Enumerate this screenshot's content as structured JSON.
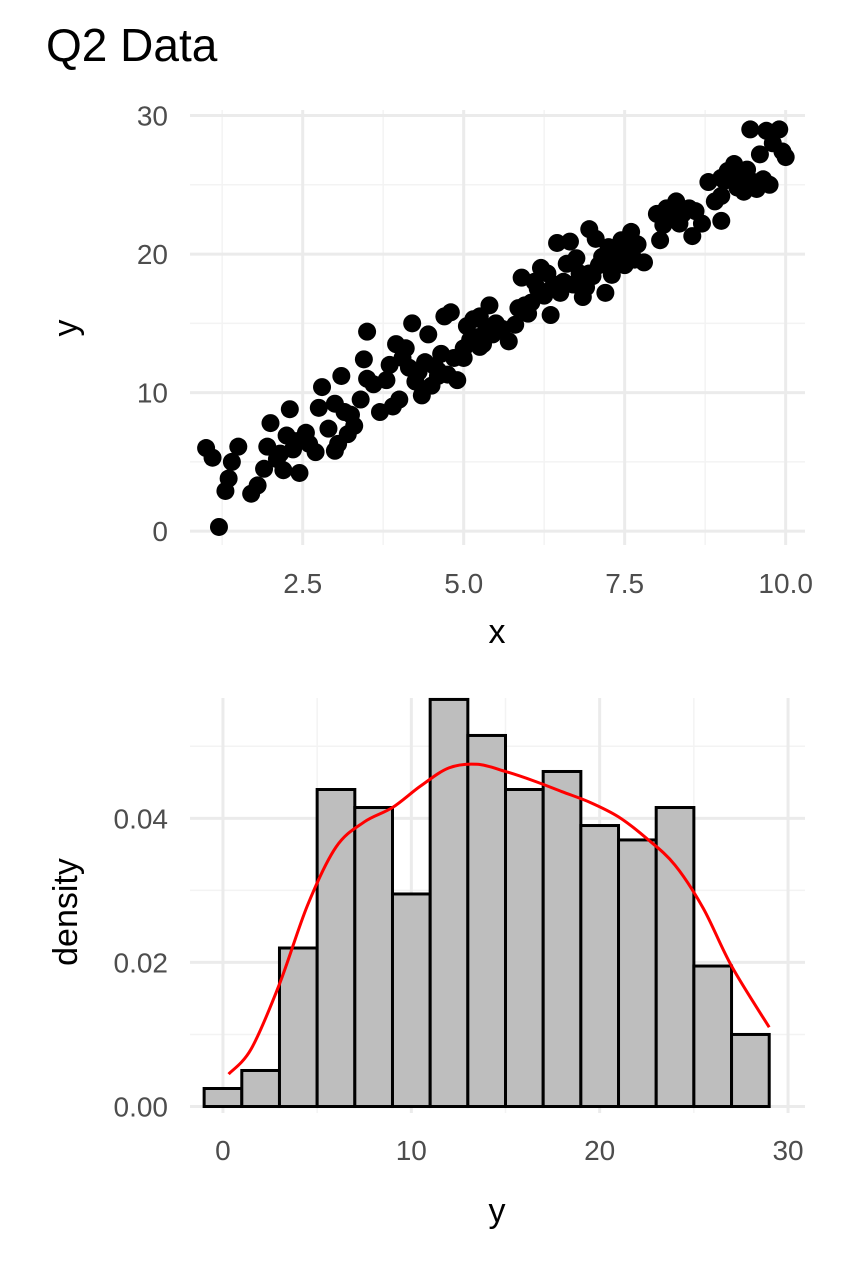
{
  "title": "Q2 Data",
  "chart_data": [
    {
      "type": "scatter",
      "xlabel": "x",
      "ylabel": "y",
      "xlim": [
        0.75,
        10.3
      ],
      "ylim": [
        -1.0,
        30.4
      ],
      "xticks": [
        2.5,
        5.0,
        7.5,
        10.0
      ],
      "xtick_labels": [
        "2.5",
        "5.0",
        "7.5",
        "10.0"
      ],
      "yticks": [
        0,
        10,
        20,
        30
      ],
      "ytick_labels": [
        "0",
        "10",
        "20",
        "30"
      ],
      "grid": true,
      "point_color": "#000000",
      "points": [
        [
          1.0,
          6.0
        ],
        [
          1.1,
          5.3
        ],
        [
          1.2,
          0.3
        ],
        [
          1.3,
          2.9
        ],
        [
          1.35,
          3.8
        ],
        [
          1.4,
          5.0
        ],
        [
          1.5,
          6.1
        ],
        [
          1.7,
          2.7
        ],
        [
          1.8,
          3.3
        ],
        [
          1.9,
          4.5
        ],
        [
          1.95,
          6.1
        ],
        [
          2.0,
          7.8
        ],
        [
          2.1,
          5.2
        ],
        [
          2.2,
          4.4
        ],
        [
          2.25,
          6.9
        ],
        [
          2.3,
          8.8
        ],
        [
          2.35,
          5.9
        ],
        [
          2.4,
          6.5
        ],
        [
          2.45,
          4.2
        ],
        [
          2.55,
          7.1
        ],
        [
          2.6,
          6.3
        ],
        [
          2.7,
          5.7
        ],
        [
          2.75,
          8.9
        ],
        [
          2.8,
          10.4
        ],
        [
          2.9,
          7.4
        ],
        [
          3.0,
          9.2
        ],
        [
          3.0,
          5.8
        ],
        [
          3.05,
          6.3
        ],
        [
          3.1,
          11.2
        ],
        [
          3.15,
          8.6
        ],
        [
          3.2,
          7.0
        ],
        [
          3.3,
          7.6
        ],
        [
          3.4,
          9.5
        ],
        [
          3.45,
          12.4
        ],
        [
          3.5,
          14.4
        ],
        [
          3.5,
          11.0
        ],
        [
          3.6,
          10.6
        ],
        [
          3.7,
          8.6
        ],
        [
          3.8,
          10.9
        ],
        [
          3.85,
          12.0
        ],
        [
          3.9,
          9.0
        ],
        [
          3.95,
          13.5
        ],
        [
          4.0,
          9.5
        ],
        [
          4.05,
          12.5
        ],
        [
          4.1,
          13.2
        ],
        [
          4.15,
          11.8
        ],
        [
          4.2,
          15.0
        ],
        [
          4.25,
          10.8
        ],
        [
          4.3,
          11.5
        ],
        [
          4.35,
          9.8
        ],
        [
          4.4,
          12.2
        ],
        [
          4.45,
          14.2
        ],
        [
          4.5,
          10.5
        ],
        [
          4.55,
          11.9
        ],
        [
          4.6,
          11.2
        ],
        [
          4.65,
          12.8
        ],
        [
          4.7,
          15.5
        ],
        [
          4.75,
          11.3
        ],
        [
          4.8,
          15.8
        ],
        [
          4.85,
          12.5
        ],
        [
          4.9,
          10.9
        ],
        [
          5.0,
          13.2
        ],
        [
          5.0,
          12.5
        ],
        [
          5.05,
          14.8
        ],
        [
          5.1,
          13.8
        ],
        [
          5.15,
          15.3
        ],
        [
          5.2,
          14.0
        ],
        [
          5.25,
          15.5
        ],
        [
          5.3,
          13.5
        ],
        [
          5.35,
          14.6
        ],
        [
          5.4,
          16.3
        ],
        [
          5.45,
          14.2
        ],
        [
          5.5,
          15.0
        ],
        [
          5.6,
          14.6
        ],
        [
          5.7,
          13.7
        ],
        [
          5.8,
          14.9
        ],
        [
          5.85,
          16.1
        ],
        [
          5.9,
          18.3
        ],
        [
          5.95,
          16.3
        ],
        [
          6.0,
          15.7
        ],
        [
          6.05,
          16.5
        ],
        [
          6.1,
          18.0
        ],
        [
          6.15,
          17.5
        ],
        [
          6.2,
          19.0
        ],
        [
          6.25,
          17.0
        ],
        [
          6.3,
          18.6
        ],
        [
          6.35,
          15.6
        ],
        [
          6.4,
          17.8
        ],
        [
          6.45,
          20.8
        ],
        [
          6.5,
          17.2
        ],
        [
          6.55,
          18.0
        ],
        [
          6.6,
          19.3
        ],
        [
          6.65,
          20.9
        ],
        [
          6.7,
          17.8
        ],
        [
          6.75,
          19.7
        ],
        [
          6.8,
          18.6
        ],
        [
          6.85,
          16.9
        ],
        [
          6.9,
          17.6
        ],
        [
          6.95,
          21.8
        ],
        [
          7.0,
          18.4
        ],
        [
          7.05,
          21.1
        ],
        [
          7.1,
          19.2
        ],
        [
          7.15,
          19.8
        ],
        [
          7.2,
          17.2
        ],
        [
          7.25,
          20.5
        ],
        [
          7.3,
          18.5
        ],
        [
          7.35,
          19.4
        ],
        [
          7.4,
          20.2
        ],
        [
          7.45,
          21.0
        ],
        [
          7.5,
          19.2
        ],
        [
          7.55,
          20.3
        ],
        [
          7.6,
          21.6
        ],
        [
          7.65,
          19.6
        ],
        [
          7.7,
          20.7
        ],
        [
          7.8,
          19.4
        ],
        [
          8.0,
          22.9
        ],
        [
          8.05,
          21.0
        ],
        [
          8.1,
          22.1
        ],
        [
          8.15,
          23.3
        ],
        [
          8.2,
          22.5
        ],
        [
          8.3,
          23.8
        ],
        [
          8.35,
          22.2
        ],
        [
          8.4,
          22.9
        ],
        [
          8.5,
          23.3
        ],
        [
          8.55,
          21.3
        ],
        [
          8.6,
          23.1
        ],
        [
          8.7,
          22.2
        ],
        [
          8.8,
          25.2
        ],
        [
          9.0,
          22.4
        ],
        [
          9.0,
          24.2
        ],
        [
          9.05,
          25.3
        ],
        [
          9.1,
          26.0
        ],
        [
          9.15,
          25.6
        ],
        [
          9.2,
          26.5
        ],
        [
          9.25,
          24.8
        ],
        [
          9.3,
          25.7
        ],
        [
          9.35,
          24.5
        ],
        [
          9.4,
          26.1
        ],
        [
          9.45,
          29.0
        ],
        [
          9.5,
          25.2
        ],
        [
          9.55,
          24.7
        ],
        [
          9.6,
          27.2
        ],
        [
          9.65,
          25.4
        ],
        [
          9.7,
          28.9
        ],
        [
          9.75,
          25.0
        ],
        [
          9.8,
          28.0
        ],
        [
          9.9,
          29.0
        ],
        [
          9.95,
          27.4
        ],
        [
          10.0,
          27.0
        ],
        [
          8.9,
          23.8
        ],
        [
          9.0,
          25.5
        ],
        [
          4.6,
          11.6
        ],
        [
          5.25,
          13.3
        ],
        [
          6.95,
          18.6
        ],
        [
          7.4,
          19.8
        ],
        [
          3.25,
          8.4
        ],
        [
          2.15,
          5.6
        ]
      ]
    },
    {
      "type": "histogram",
      "xlabel": "y",
      "ylabel": "density",
      "xlim": [
        -1.75,
        30.9
      ],
      "ylim": [
        -0.0009,
        0.0567
      ],
      "xticks": [
        0,
        10,
        20,
        30
      ],
      "xtick_labels": [
        "0",
        "10",
        "20",
        "30"
      ],
      "yticks": [
        0.0,
        0.02,
        0.04
      ],
      "ytick_labels": [
        "0.00",
        "0.02",
        "0.04"
      ],
      "grid": true,
      "bar_fill": "#bebebe",
      "bar_stroke": "#000000",
      "density_color": "#ff0000",
      "bins": [
        {
          "x0": -1.0,
          "x1": 1.0,
          "density": 0.0025
        },
        {
          "x0": 1.0,
          "x1": 3.0,
          "density": 0.005
        },
        {
          "x0": 3.0,
          "x1": 5.0,
          "density": 0.022
        },
        {
          "x0": 5.0,
          "x1": 7.0,
          "density": 0.044
        },
        {
          "x0": 7.0,
          "x1": 9.0,
          "density": 0.0415
        },
        {
          "x0": 9.0,
          "x1": 11.0,
          "density": 0.0295
        },
        {
          "x0": 11.0,
          "x1": 13.0,
          "density": 0.0565
        },
        {
          "x0": 13.0,
          "x1": 15.0,
          "density": 0.0515
        },
        {
          "x0": 15.0,
          "x1": 17.0,
          "density": 0.044
        },
        {
          "x0": 17.0,
          "x1": 19.0,
          "density": 0.0465
        },
        {
          "x0": 19.0,
          "x1": 21.0,
          "density": 0.039
        },
        {
          "x0": 21.0,
          "x1": 23.0,
          "density": 0.037
        },
        {
          "x0": 23.0,
          "x1": 25.0,
          "density": 0.0415
        },
        {
          "x0": 25.0,
          "x1": 27.0,
          "density": 0.0195
        },
        {
          "x0": 27.0,
          "x1": 29.0,
          "density": 0.01
        }
      ],
      "density_curve": {
        "x": [
          0.3,
          1.5,
          3,
          4.5,
          6,
          7.5,
          9,
          10.5,
          12,
          13.5,
          15,
          16.5,
          18,
          19.5,
          21,
          22.5,
          24,
          25.5,
          27,
          29
        ],
        "y": [
          0.0045,
          0.008,
          0.017,
          0.028,
          0.036,
          0.0395,
          0.0415,
          0.0445,
          0.047,
          0.0475,
          0.0465,
          0.0452,
          0.0437,
          0.0422,
          0.0402,
          0.0372,
          0.0335,
          0.0275,
          0.0195,
          0.011
        ]
      }
    }
  ]
}
